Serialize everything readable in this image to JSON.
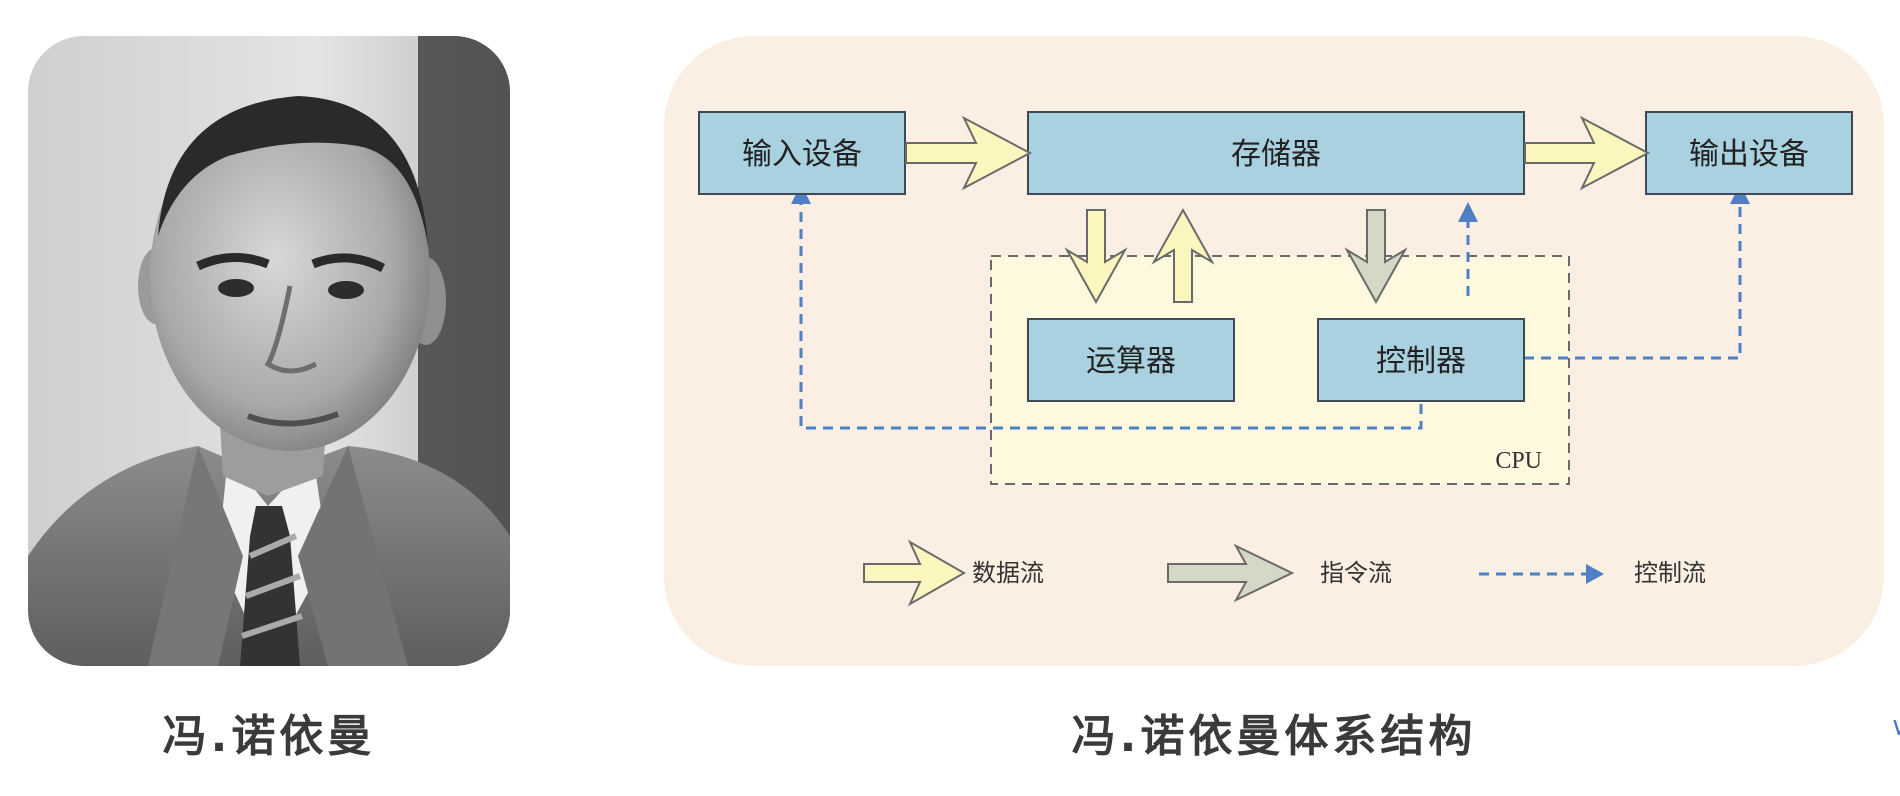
{
  "portrait": {
    "caption": "冯.诺依曼"
  },
  "diagram": {
    "caption": "冯.诺依曼体系结构",
    "boxes": {
      "input": "输入设备",
      "memory": "存储器",
      "output": "输出设备",
      "alu": "运算器",
      "controller": "控制器",
      "cpu": "CPU"
    },
    "legend": {
      "data_flow": "数据流",
      "instruction_flow": "指令流",
      "control_flow": "控制流"
    },
    "colors": {
      "box_fill": "#a9d1e0",
      "box_stroke": "#3d4a55",
      "data_arrow": "#fbf6bd",
      "instruction_arrow": "#d4d8c4",
      "control_line": "#4f7fc4",
      "cpu_fill": "#fdf8de",
      "card_bg": "#fbeee2"
    }
  }
}
